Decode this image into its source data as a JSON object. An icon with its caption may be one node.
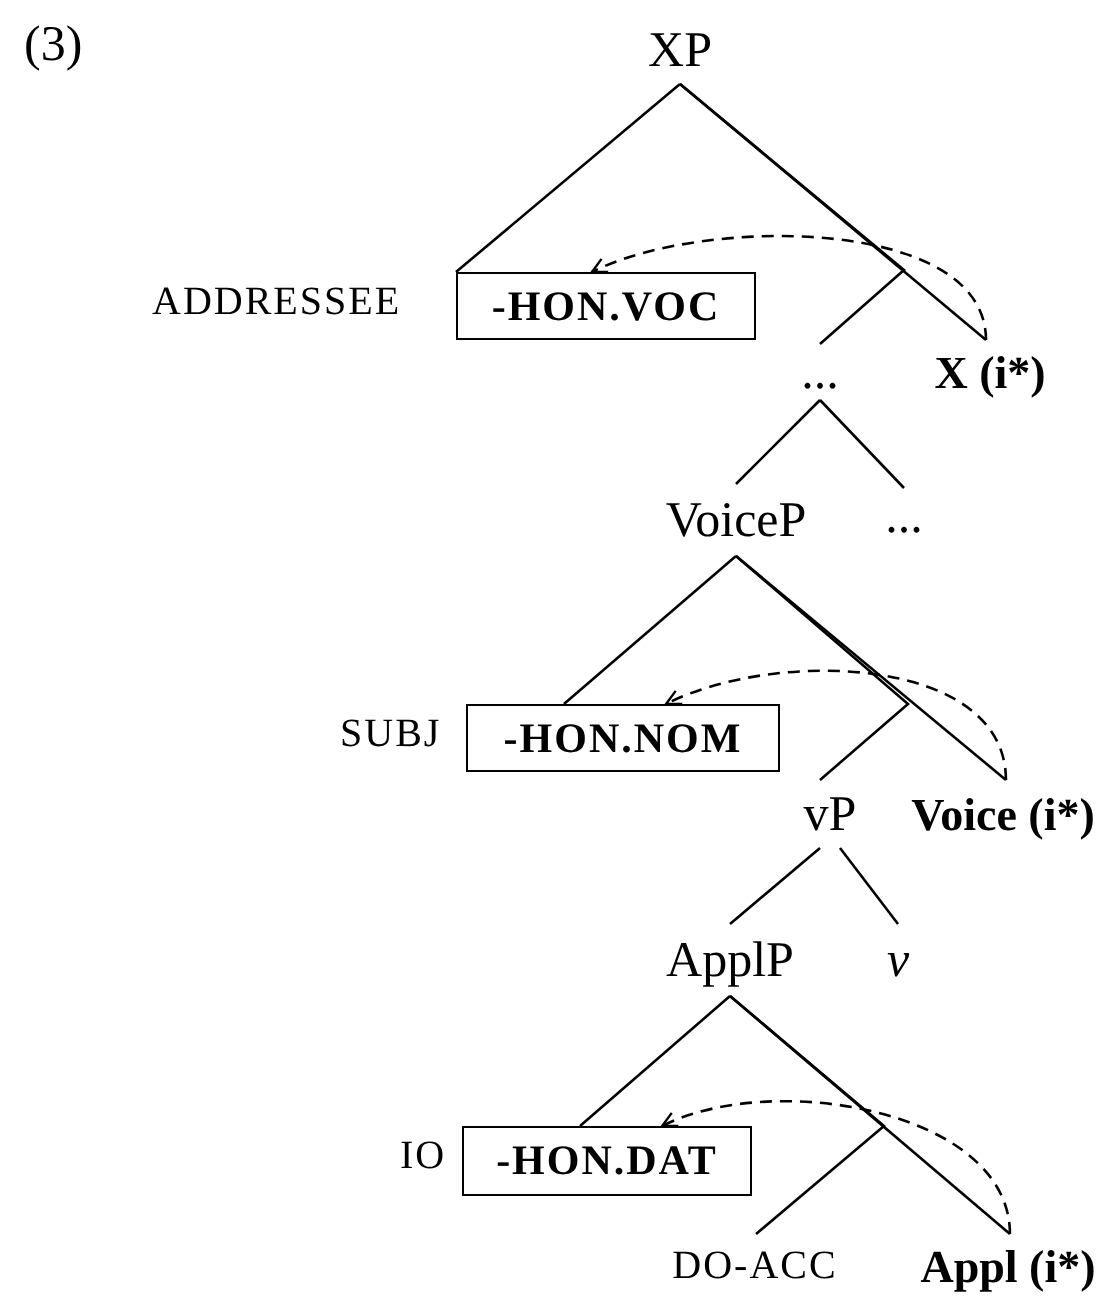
{
  "diagram": {
    "nodes": [
      {
        "text": [
          "XP"
        ]
      },
      {
        "text": [
          "-HON.VOC"
        ],
        "beside": [
          "ADDRESSEE"
        ]
      },
      {
        "text": [
          "..."
        ]
      },
      {
        "text": [
          "X (i*)"
        ]
      },
      {
        "text": [
          "VoiceP"
        ]
      },
      {
        "text": [
          "..."
        ]
      },
      {
        "text": [
          "-HON.NOM"
        ],
        "beside": [
          "SUBJ"
        ]
      },
      {
        "text": [
          "vP"
        ]
      },
      {
        "text": [
          "Voice (i*)"
        ]
      },
      {
        "text": [
          "ApplP"
        ]
      },
      {
        "text": [
          "v"
        ]
      },
      {
        "text": [
          "-HON.DAT"
        ],
        "beside": [
          "IO"
        ]
      },
      {
        "text": [
          "DO-ACC"
        ]
      },
      {
        "text": [
          "Appl (i*)"
        ]
      }
    ],
    "edges": [
      {
        "from": 0,
        "to": 1,
        "arrow": "none"
      },
      {
        "from": 0,
        "to": 2,
        "arrow": "none"
      },
      {
        "from": 0,
        "to": 3,
        "arrow": "none"
      },
      {
        "from": 2,
        "to": 4,
        "arrow": "none"
      },
      {
        "from": 2,
        "to": 5,
        "arrow": "none"
      },
      {
        "from": 4,
        "to": 6,
        "arrow": "none"
      },
      {
        "from": 4,
        "to": 7,
        "arrow": "none"
      },
      {
        "from": 4,
        "to": 8,
        "arrow": "none"
      },
      {
        "from": 7,
        "to": 9,
        "arrow": "none"
      },
      {
        "from": 7,
        "to": 10,
        "arrow": "none"
      },
      {
        "from": 9,
        "to": 11,
        "arrow": "none"
      },
      {
        "from": 9,
        "to": 12,
        "arrow": "none"
      },
      {
        "from": 9,
        "to": 13,
        "arrow": "none"
      },
      {
        "from": 3,
        "to": 1,
        "arrow": "to",
        "style": "dashed"
      },
      {
        "from": 8,
        "to": 6,
        "arrow": "to",
        "style": "dashed"
      },
      {
        "from": 13,
        "to": 11,
        "arrow": "to",
        "style": "dashed"
      }
    ],
    "labels": [
      "(3)"
    ]
  }
}
